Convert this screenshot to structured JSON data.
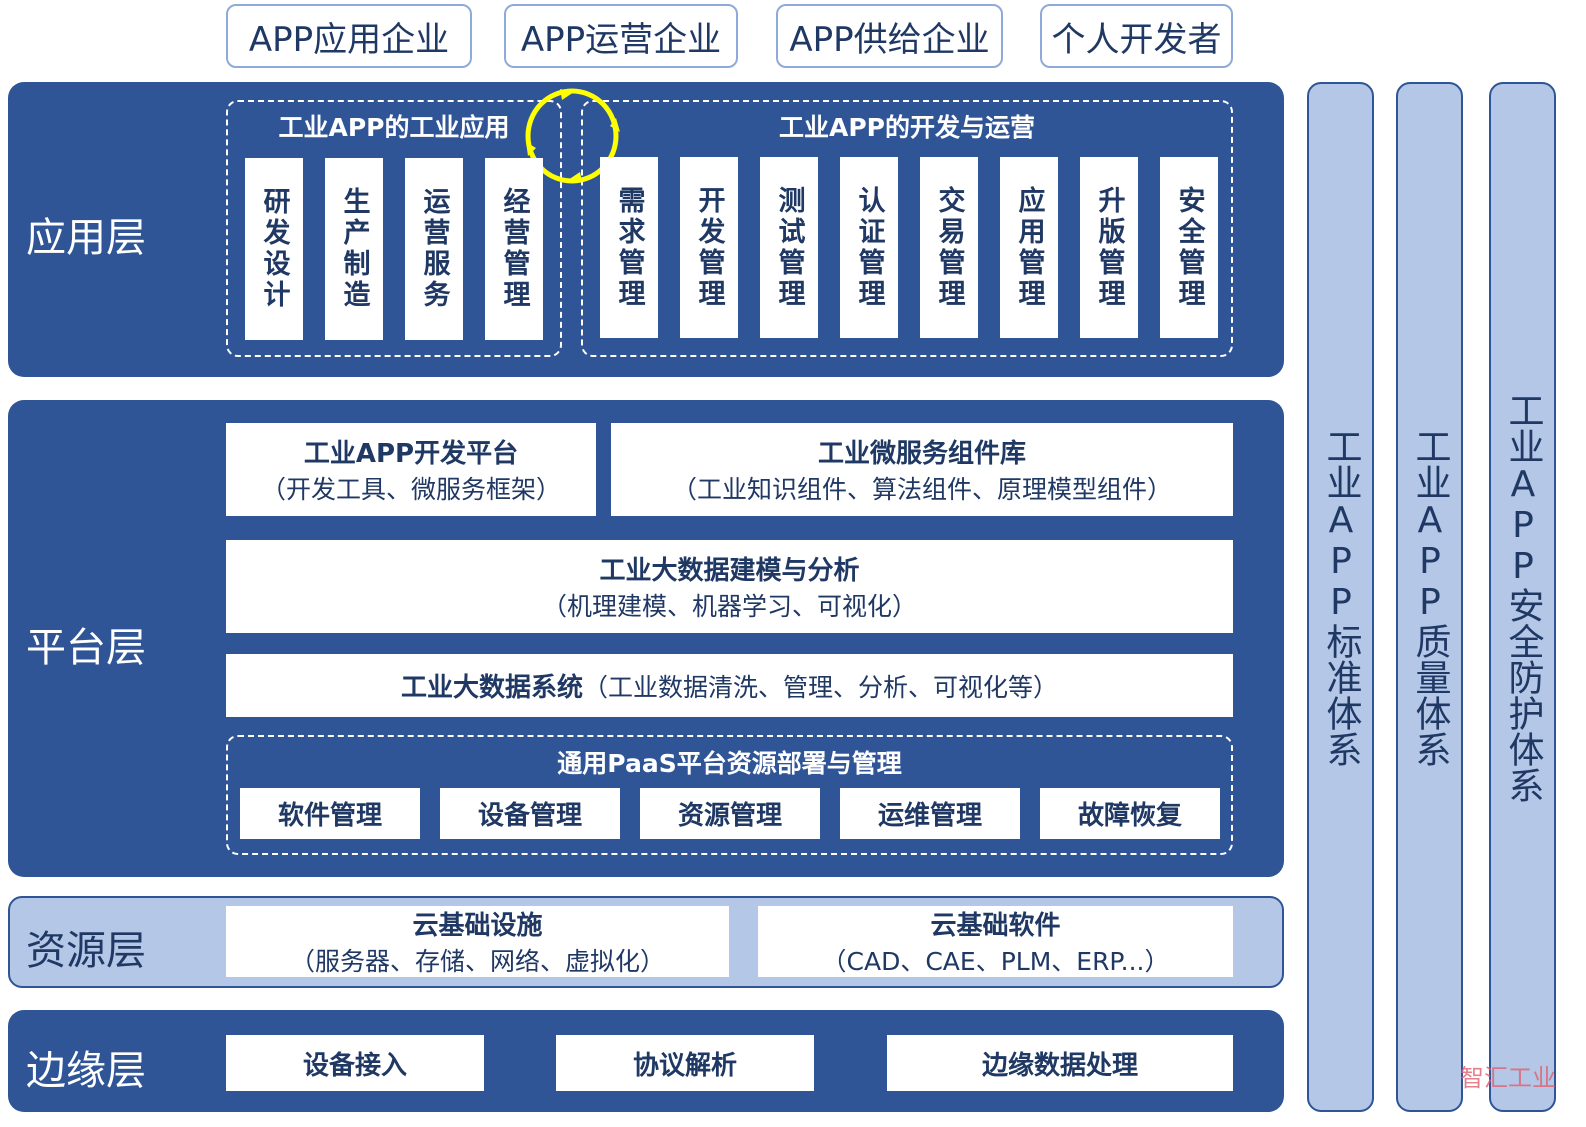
{
  "stakeholders": [
    "APP应用企业",
    "APP运营企业",
    "APP供给企业",
    "个人开发者"
  ],
  "application_layer": {
    "name": "应用层",
    "industrial_use": {
      "title": "工业APP的工业应用",
      "items": [
        "研发设计",
        "生产制造",
        "运营服务",
        "经营管理"
      ]
    },
    "dev_ops": {
      "title": "工业APP的开发与运营",
      "items": [
        "需求管理",
        "开发管理",
        "测试管理",
        "认证管理",
        "交易管理",
        "应用管理",
        "升版管理",
        "安全管理"
      ]
    }
  },
  "platform_layer": {
    "name": "平台层",
    "dev_platform": {
      "title": "工业APP开发平台",
      "sub": "（开发工具、微服务框架）"
    },
    "microservice": {
      "title": "工业微服务组件库",
      "sub": "（工业知识组件、算法组件、原理模型组件）"
    },
    "modeling": {
      "title": "工业大数据建模与分析",
      "sub": "（机理建模、机器学习、可视化）"
    },
    "bigdata": {
      "title": "工业大数据系统",
      "sub": "（工业数据清洗、管理、分析、可视化等）"
    },
    "paas": {
      "title": "通用PaaS平台资源部署与管理",
      "items": [
        "软件管理",
        "设备管理",
        "资源管理",
        "运维管理",
        "故障恢复"
      ]
    }
  },
  "resource_layer": {
    "name": "资源层",
    "infra": {
      "title": "云基础设施",
      "sub": "（服务器、存储、网络、虚拟化）"
    },
    "software": {
      "title": "云基础软件",
      "sub": "（CAD、CAE、PLM、ERP...）"
    }
  },
  "edge_layer": {
    "name": "边缘层",
    "items": [
      "设备接入",
      "协议解析",
      "边缘数据处理"
    ]
  },
  "side_columns": [
    "工业APP标准体系",
    "工业APP质量体系",
    "工业APP安全防护体系"
  ],
  "watermark": "智汇工业",
  "colors": {
    "layer_blue": "#2f5597",
    "light_blue": "#b4c7e7",
    "text_navy": "#1f3864",
    "cycle_arrow": "#ffff00"
  }
}
